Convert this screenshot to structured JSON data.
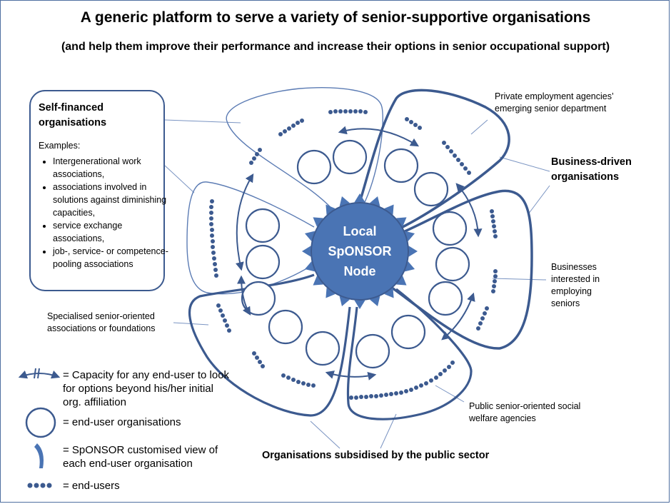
{
  "title": "A generic platform to serve a variety of senior-supportive organisations",
  "subtitle": "(and help them improve their performance and increase their options in senior occupational support)",
  "self_financed": {
    "heading": "Self-financed organisations",
    "examples_label": "Examples:",
    "items": [
      "Intergenerational work associations,",
      "associations involved in solutions against diminishing capacities,",
      "service exchange associations,",
      "job-, service- or competence-pooling associations"
    ]
  },
  "labels": {
    "private_agencies": "Private employment agencies’ emerging senior department",
    "business_driven": "Business-driven organisations",
    "businesses": "Businesses interested in employing seniors",
    "public_agencies": "Public senior-oriented social welfare agencies",
    "subsidised": "Organisations subsidised by the public sector",
    "specialised": "Specialised senior-oriented associations or foundations"
  },
  "node": {
    "line1": "Local",
    "line2": "SpONSOR",
    "line3": "Node"
  },
  "legend": {
    "capacity": "= Capacity for any end-user to look for options beyond his/her initial org. affiliation",
    "orgs": "= end-user organisations",
    "view": "= SpONSOR customised view of each end-user organisation",
    "users": "= end-users"
  },
  "colors": {
    "accent": "#3c5a8f",
    "fill": "#4a74b4",
    "line": "#6f8fc0"
  }
}
